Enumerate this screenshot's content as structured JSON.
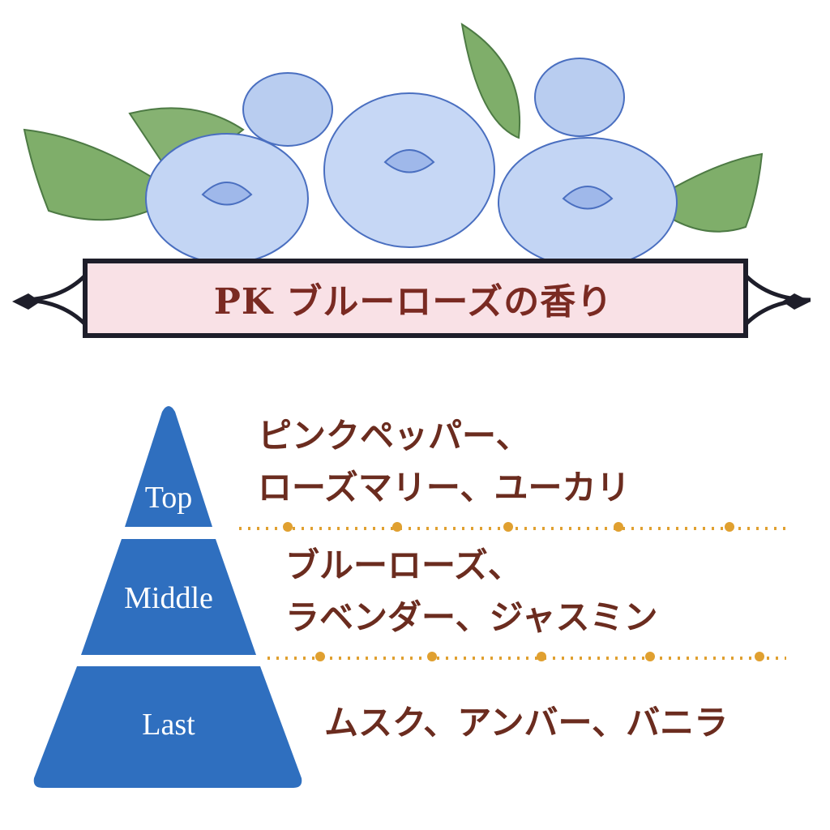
{
  "title": "PK ブルーローズの香り",
  "colors": {
    "pyramid": "#2f6fbf",
    "text": "#6b2c1f",
    "banner": "#f9e1e6",
    "dots": "#e0a030"
  },
  "tiers": [
    {
      "label": "Top",
      "line1": "ピンクペッパー、",
      "line2": "ローズマリー、ユーカリ"
    },
    {
      "label": "Middle",
      "line1": "ブルーローズ、",
      "line2": "ラベンダー、ジャスミン"
    },
    {
      "label": "Last",
      "line1": "ムスク、アンバー、バニラ"
    }
  ]
}
